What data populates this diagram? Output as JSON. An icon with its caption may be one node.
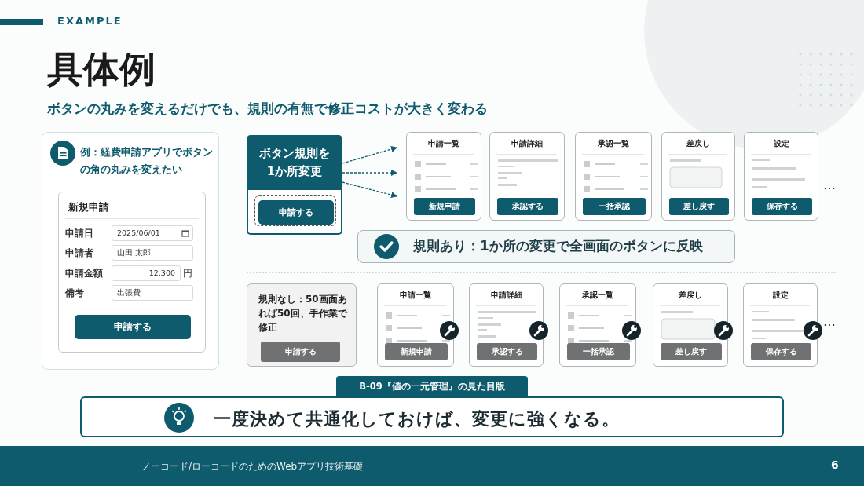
{
  "diagram": {
    "title": "具体例",
    "nodes": [
      {
        "text": [
          "例：経費申請アプリでボタンの角の丸みを変えたい"
        ]
      },
      {
        "text": [
          "新規申請"
        ],
        "in": 0
      },
      {
        "text": [
          "2025/06/01"
        ],
        "in": 1
      },
      {
        "text": [
          "山田 太郎"
        ],
        "in": 1
      },
      {
        "text": [
          "12,300"
        ],
        "in": 1
      },
      {
        "text": [
          "出張費"
        ],
        "in": 1
      },
      {
        "text": [
          "申請する"
        ],
        "in": 1
      },
      {
        "text": [
          "ボタン規則を1か所変更"
        ]
      },
      {
        "text": [
          "申請する"
        ],
        "in": 7
      },
      {
        "text": [
          "申請一覧"
        ]
      },
      {
        "text": [
          "新規申請"
        ],
        "in": 9
      },
      {
        "text": [
          "申請詳細"
        ]
      },
      {
        "text": [
          "承認する"
        ],
        "in": 11
      },
      {
        "text": [
          "承認一覧"
        ]
      },
      {
        "text": [
          "一括承認"
        ],
        "in": 13
      },
      {
        "text": [
          "差戻し"
        ]
      },
      {
        "text": [
          "差し戻す"
        ],
        "in": 15
      },
      {
        "text": [
          "設定"
        ]
      },
      {
        "text": [
          "保存する"
        ],
        "in": 17
      },
      {
        "text": [
          "規則あり：1か所の変更で全画面のボタンに反映"
        ]
      },
      {
        "text": [
          "規則なし：50画面あれば50回、手作業で修正"
        ]
      },
      {
        "text": [
          "申請する"
        ],
        "in": 20
      },
      {
        "text": [
          "申請一覧"
        ]
      },
      {
        "text": [
          "新規申請"
        ],
        "in": 22
      },
      {
        "text": [
          "申請詳細"
        ]
      },
      {
        "text": [
          "承認する"
        ],
        "in": 24
      },
      {
        "text": [
          "承認一覧"
        ]
      },
      {
        "text": [
          "一括承認"
        ],
        "in": 26
      },
      {
        "text": [
          "差戻し"
        ]
      },
      {
        "text": [
          "差し戻す"
        ],
        "in": 28
      },
      {
        "text": [
          "設定"
        ]
      },
      {
        "text": [
          "保存する"
        ],
        "in": 30
      },
      {
        "text": [
          "B-09『値の一元管理』の見た目版"
        ]
      },
      {
        "text": [
          "一度決めて共通化しておけば、変更に強くなる。"
        ]
      }
    ],
    "edges": [
      {
        "from": 7,
        "to": 9,
        "arrow": "to",
        "style": "dashed"
      },
      {
        "from": 7,
        "to": 9,
        "arrow": "to",
        "style": "dashed"
      },
      {
        "from": 7,
        "to": 9,
        "arrow": "to",
        "style": "dashed"
      }
    ],
    "labels": [
      "EXAMPLE",
      "ボタンの丸みを変えるだけでも、規則の有無で修正コストが大きく変わる",
      "申請日",
      "申請者",
      "申請金額",
      "円",
      "備考",
      "…",
      "…",
      "ノーコード/ローコードのためのWebアプリ技術基礎",
      "6"
    ]
  }
}
